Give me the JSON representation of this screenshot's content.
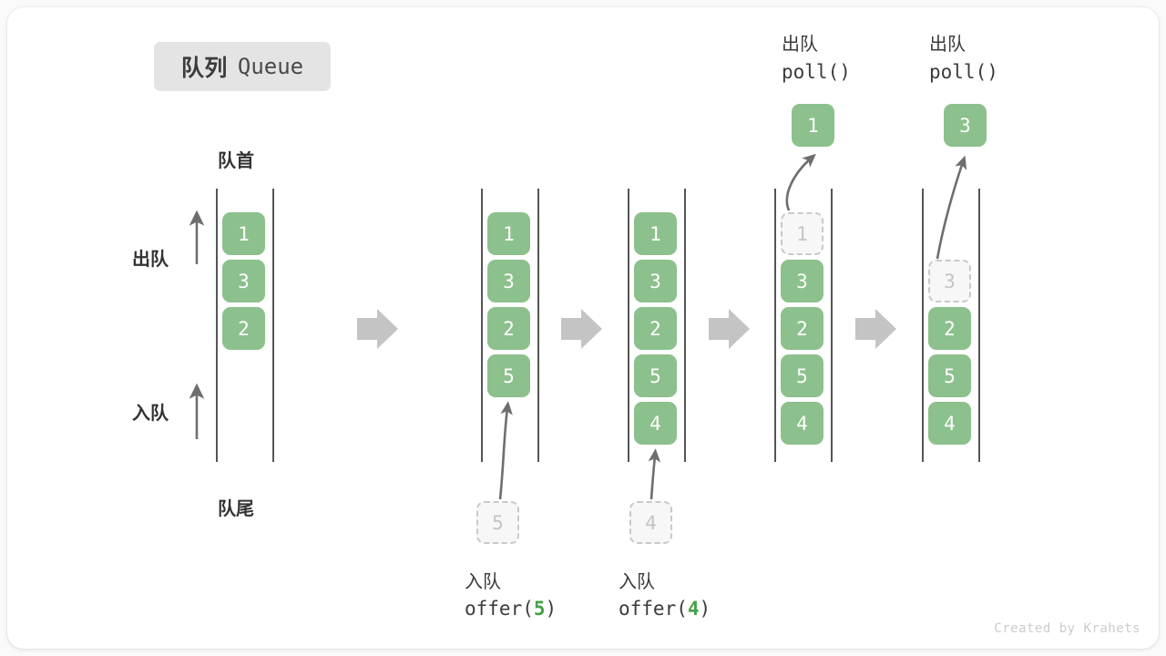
{
  "title": {
    "cn": "队列",
    "en": "Queue"
  },
  "labels": {
    "head": "队首",
    "tail": "队尾",
    "dequeue_side": "出队",
    "enqueue_side": "入队"
  },
  "colors": {
    "box_fill": "#8cc08c",
    "box_text": "#ffffff",
    "ghost_fill": "#f7f7f7",
    "ghost_border": "#c9c9c9",
    "ghost_text": "#c4c4c4",
    "rail": "#555555",
    "arrow": "#8c8c8c",
    "step_arrow": "#c4c4c4",
    "accent_green": "#45a049",
    "badge_bg": "#e4e4e4",
    "text": "#333333"
  },
  "watermark": "Created by Krahets",
  "columns": [
    {
      "id": "col-initial",
      "items": [
        "1",
        "3",
        "2"
      ],
      "ghost_index": null,
      "top_label_cn": null,
      "top_label_code": null,
      "popped_value": null,
      "bottom_label_cn": null,
      "bottom_label_code_pre": null,
      "bottom_label_code_num": null,
      "bottom_label_code_post": null,
      "incoming_value": null
    },
    {
      "id": "col-offer-5",
      "items": [
        "1",
        "3",
        "2",
        "5"
      ],
      "ghost_index": null,
      "top_label_cn": null,
      "top_label_code": null,
      "popped_value": null,
      "bottom_label_cn": "入队",
      "bottom_label_code_pre": "offer(",
      "bottom_label_code_num": "5",
      "bottom_label_code_post": ")",
      "incoming_value": "5"
    },
    {
      "id": "col-offer-4",
      "items": [
        "1",
        "3",
        "2",
        "5",
        "4"
      ],
      "ghost_index": null,
      "top_label_cn": "",
      "top_label_code": "",
      "popped_value": null,
      "bottom_label_cn": "入队",
      "bottom_label_code_pre": "offer(",
      "bottom_label_code_num": "4",
      "bottom_label_code_post": ")",
      "incoming_value": "4"
    },
    {
      "id": "col-poll-1",
      "items": [
        "1",
        "3",
        "2",
        "5",
        "4"
      ],
      "ghost_index": 0,
      "top_label_cn": "出队",
      "top_label_code": "poll()",
      "popped_value": "1",
      "bottom_label_cn": null,
      "bottom_label_code_pre": null,
      "bottom_label_code_num": null,
      "bottom_label_code_post": null,
      "incoming_value": null
    },
    {
      "id": "col-poll-3",
      "items": [
        "",
        "3",
        "2",
        "5",
        "4"
      ],
      "ghost_index": 1,
      "top_label_cn": "出队",
      "top_label_code": "poll()",
      "popped_value": "3",
      "bottom_label_cn": null,
      "bottom_label_code_pre": null,
      "bottom_label_code_num": null,
      "bottom_label_code_post": null,
      "incoming_value": null
    }
  ],
  "step_arrows": 4
}
